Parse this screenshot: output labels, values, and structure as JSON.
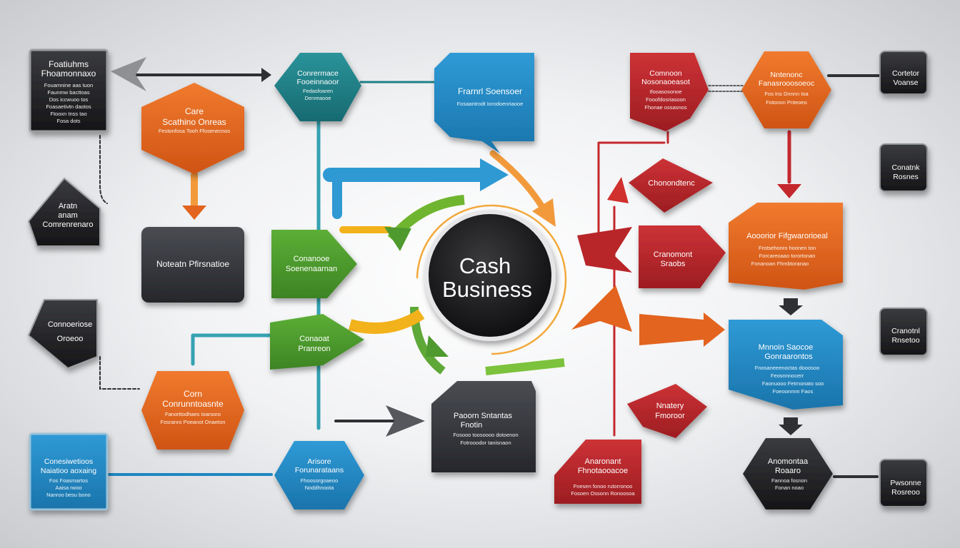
{
  "center": {
    "line1": "Cash",
    "line2": "Business"
  },
  "colors": {
    "orange": "#e2641f",
    "dark": "#3b3d42",
    "green": "#4e9a2e",
    "teal": "#1f7f86",
    "blue": "#1f86c2",
    "red": "#b8262a",
    "black": "#2a2a2c",
    "accent_yellow": "#f2b21b"
  },
  "nodes": {
    "top_left_panel": {
      "title": [
        "Foatiuhms",
        "Fhoamonnaxo"
      ],
      "sub": [
        "Fouamnine aas tuon",
        "Faunmw bacttoas",
        "Dos iccwuoo tos",
        "Foasaetivtn daotos",
        "Ftooxn tnss tao",
        "Fosa dots"
      ]
    },
    "left_hex_top": {
      "title": [
        "Care",
        "Scathino Onreas"
      ],
      "sub": [
        "Festonfosa Tooh Ffosenecnos"
      ]
    },
    "left_pent_1": {
      "title": [
        "Aratn",
        "anam",
        "Comrenrenaro"
      ],
      "sub": []
    },
    "left_dark_rect": {
      "title": [
        "Noteatn Pfirsnatioe"
      ],
      "sub": []
    },
    "left_pent_2": {
      "title": [
        "Connoeriose",
        "Oroeoo"
      ],
      "sub": []
    },
    "left_hex_bottom": {
      "title": [
        "Corn",
        "Conrunntoasnte"
      ],
      "sub": [
        "Fanorttodhaes Ioarsoro",
        "Fosranro Poeanot Onaeton"
      ]
    },
    "bottom_left_blue": {
      "title": [
        "Conesiwetioos",
        "Naiatioo aoxaing"
      ],
      "sub": [
        "Fos Foasmartos",
        "Aaisa rwoo",
        "Nanroo besu bono"
      ]
    },
    "teal_hex": {
      "title": [
        "Conrermace",
        "Fooeinnaoor"
      ],
      "sub": [
        "Fedasfoaren",
        "Denreaooe"
      ]
    },
    "green_top": {
      "title": [
        "Conanooe",
        "Soenenaarnan"
      ],
      "sub": []
    },
    "green_bottom": {
      "title": [
        "Conaoat",
        "Pranreon"
      ],
      "sub": []
    },
    "bottom_blue_hex": {
      "title": [
        "Arisore",
        "Forunarataans"
      ],
      "sub": [
        "Fhoosorgoaeoo",
        "Noddhnoota"
      ]
    },
    "top_blue": {
      "title": [
        "Frarnrl Soensoer"
      ],
      "sub": [
        "Fosaantrodt Iorodoenriaooe"
      ]
    },
    "dark_center_bottom": {
      "title": [
        "Paoorn Sntantas",
        "Fnotin"
      ],
      "sub": [
        "Fosooo toosoooo dotoenon",
        "Fotrooodor tanisnaon"
      ]
    },
    "top_red": {
      "title": [
        "Comnoon",
        "Nosonaoeasot"
      ],
      "sub": [
        "Ifooasosonoe",
        "Fooofdosriasoon",
        "Fhonae ossasnos"
      ]
    },
    "red_diamond_top": {
      "title": [
        "Chonondtenc"
      ],
      "sub": []
    },
    "red_arrow_mid": {
      "title": [
        "Cranomont",
        "Sraobs"
      ],
      "sub": []
    },
    "red_arrow_bottom": {
      "title": [
        "Nnatery",
        "Fmoroor"
      ],
      "sub": []
    },
    "bottom_red": {
      "title": [
        "Anaronant",
        "Fhnotaooacoe"
      ],
      "sub": [
        "Fnesen fonoo rutorronoo",
        "Fosoen Ossonn Ronoosoa"
      ]
    },
    "top_orange_hex": {
      "title": [
        "Nntenonc",
        "Fanasrooosoeoc"
      ],
      "sub": [
        "Fos Ins Dnnnn Ioa",
        "Fotonon Pnteoeo"
      ]
    },
    "right_orange": {
      "title": [
        "Aooorior Fifgwarorioeal"
      ],
      "sub": [
        "Frotsehonro hoonen ton",
        "Forcareoaao torortonan",
        "Fonanoan Fhmbtoranao"
      ]
    },
    "right_blue": {
      "title": [
        "Mnnoin Saocoe",
        "Gonraarontos"
      ],
      "sub": [
        "Fnosaneeenoctas dooosoo",
        "Feosnnnocerr",
        "Faonuooo Fetrnonato soo",
        "Foeoonmm Faos"
      ]
    },
    "bottom_right_hex": {
      "title": [
        "Anomontaa",
        "Roaaro"
      ],
      "sub": [
        "Fannoa fosnon",
        "Fonan noao"
      ]
    },
    "right_box_1": {
      "title": [
        "Cortetor",
        "Voanse"
      ],
      "sub": []
    },
    "right_box_2": {
      "title": [
        "Conatnk",
        "Rosnes"
      ],
      "sub": []
    },
    "right_box_3": {
      "title": [
        "Cranotnl",
        "Rnsetoo"
      ],
      "sub": []
    },
    "right_box_4": {
      "title": [
        "Pwsonne",
        "Rosreoo"
      ],
      "sub": []
    }
  }
}
